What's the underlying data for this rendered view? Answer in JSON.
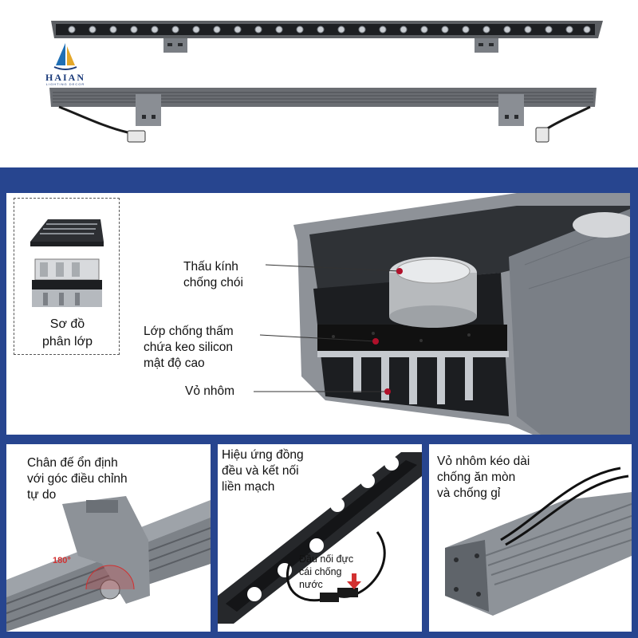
{
  "brand": {
    "name": "HAIAN",
    "tagline": "LIGHTING DECOR",
    "color": "#1a3a7a"
  },
  "diagram": {
    "inset_label_line1": "Sơ đồ",
    "inset_label_line2": "phân lớp",
    "lens_line1": "Thấu kính",
    "lens_line2": "chống chói",
    "seal_line1": "Lớp chống thấm",
    "seal_line2": "chứa keo silicon",
    "seal_line3": "mật độ cao",
    "shell_line1": "Vỏ nhôm",
    "marker_color": "#b0102a"
  },
  "features": {
    "mount": {
      "line1": "Chân đế ổn định",
      "line2": "với góc điều chỉnh",
      "line3": "tự do",
      "angle": "180°"
    },
    "light": {
      "line1": "Hiệu ứng đồng",
      "line2": "đều và kết nối",
      "line3": "liền mạch",
      "connector1": "Đầu nối đực",
      "connector2": "cái chống",
      "connector3": "nước"
    },
    "shell": {
      "line1": "Vỏ nhôm kéo dài",
      "line2": "chống ăn mòn",
      "line3": "và chống gỉ"
    }
  },
  "colors": {
    "band": "#27458f",
    "accent": "#d23030"
  }
}
